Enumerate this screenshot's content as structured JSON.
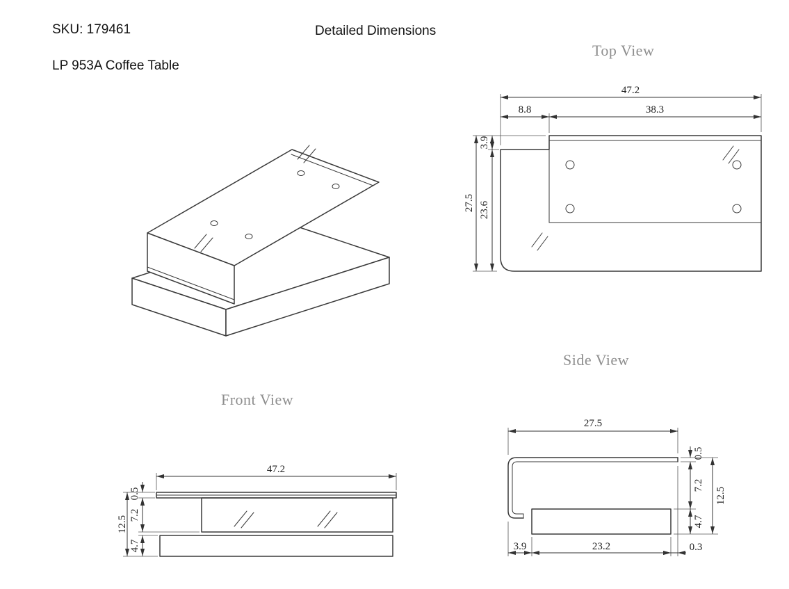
{
  "header": {
    "sku": "SKU: 179461",
    "product": "LP 953A Coffee Table",
    "title": "Detailed Dimensions"
  },
  "views": {
    "top": {
      "label": "Top View",
      "dims": {
        "overall_width": "47.2",
        "left_offset": "8.8",
        "shelf_width": "38.3",
        "lip_depth": "3.9",
        "overall_depth": "27.5",
        "shelf_depth": "23.6"
      }
    },
    "front": {
      "label": "Front View",
      "dims": {
        "overall_width": "47.2",
        "top_thickness": "0.5",
        "overall_height": "12.5",
        "shelf_height": "7.2",
        "base_height": "4.7"
      }
    },
    "side": {
      "label": "Side View",
      "dims": {
        "overall_depth": "27.5",
        "top_thickness": "0.5",
        "shelf_height": "7.2",
        "base_height": "4.7",
        "overall_height": "12.5",
        "front_offset": "3.9",
        "base_depth": "23.2",
        "back_offset": "0.3"
      }
    }
  },
  "colors": {
    "line": "#3a3a3a",
    "dimension": "#333333",
    "label_gray": "#8e8e8e",
    "background": "#ffffff"
  }
}
